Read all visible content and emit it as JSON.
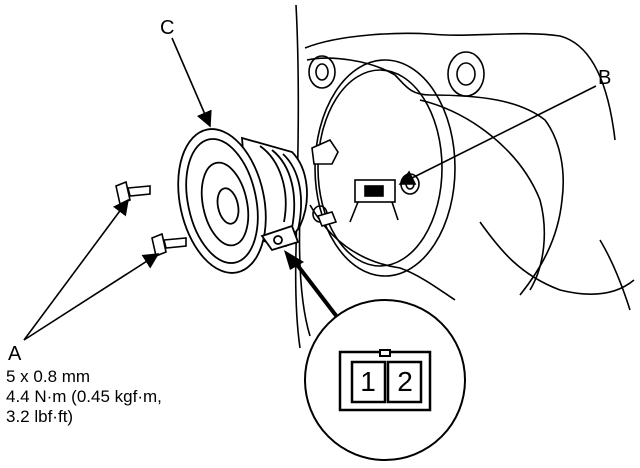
{
  "labels": {
    "a": "A",
    "b": "B",
    "c": "C"
  },
  "connector": {
    "pin1": "1",
    "pin2": "2"
  },
  "spec": {
    "size": "5 x 0.8 mm",
    "torque_line1": "4.4 N·m (0.45 kgf·m,",
    "torque_line2": "3.2 lbf·ft)"
  }
}
